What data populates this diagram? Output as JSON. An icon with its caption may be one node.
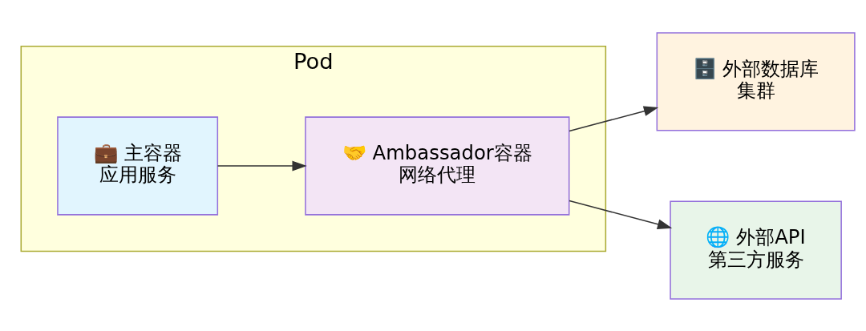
{
  "diagram": {
    "nodes": [
      {
        "text": [
          "Pod"
        ]
      },
      {
        "text": [
          "💼 主容器",
          "应用服务"
        ],
        "in": 0
      },
      {
        "text": [
          "🤝 Ambassador容器",
          "网络代理"
        ],
        "in": 0
      },
      {
        "text": [
          "🗄️ 外部数据库",
          "集群"
        ]
      },
      {
        "text": [
          "🌐 外部API",
          "第三方服务"
        ]
      }
    ],
    "edges": [
      {
        "from": 1,
        "to": 2,
        "arrow": "to"
      },
      {
        "from": 2,
        "to": 3,
        "arrow": "to"
      },
      {
        "from": 2,
        "to": 4,
        "arrow": "to"
      }
    ]
  }
}
